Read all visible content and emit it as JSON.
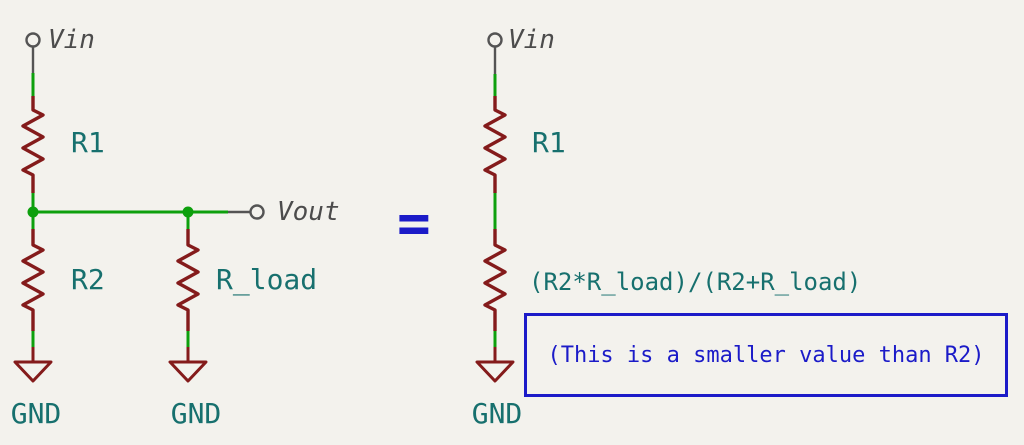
{
  "diagram": {
    "description": "Voltage divider with load vs Thevenin equivalent schematic",
    "left_circuit": {
      "vin_label": "Vin",
      "r1_label": "R1",
      "r2_label": "R2",
      "r_load_label": "R_load",
      "vout_label": "Vout",
      "gnd_label_1": "GND",
      "gnd_label_2": "GND"
    },
    "equals_sign": "=",
    "right_circuit": {
      "vin_label": "Vin",
      "r1_label": "R1",
      "equivalent_resistance_label": "(R2*R_load)/(R2+R_load)",
      "gnd_label": "GND"
    },
    "annotation": {
      "text": "(This is a smaller value than R2)"
    },
    "colors": {
      "background": "#F3F2ED",
      "wire_green": "#0DA00D",
      "component_red": "#841B1B",
      "pin_gray": "#545454",
      "label_teal": "#17706E",
      "net_label_gray": "#4C4C4C",
      "annotation_blue": "#1B1BC8"
    }
  }
}
